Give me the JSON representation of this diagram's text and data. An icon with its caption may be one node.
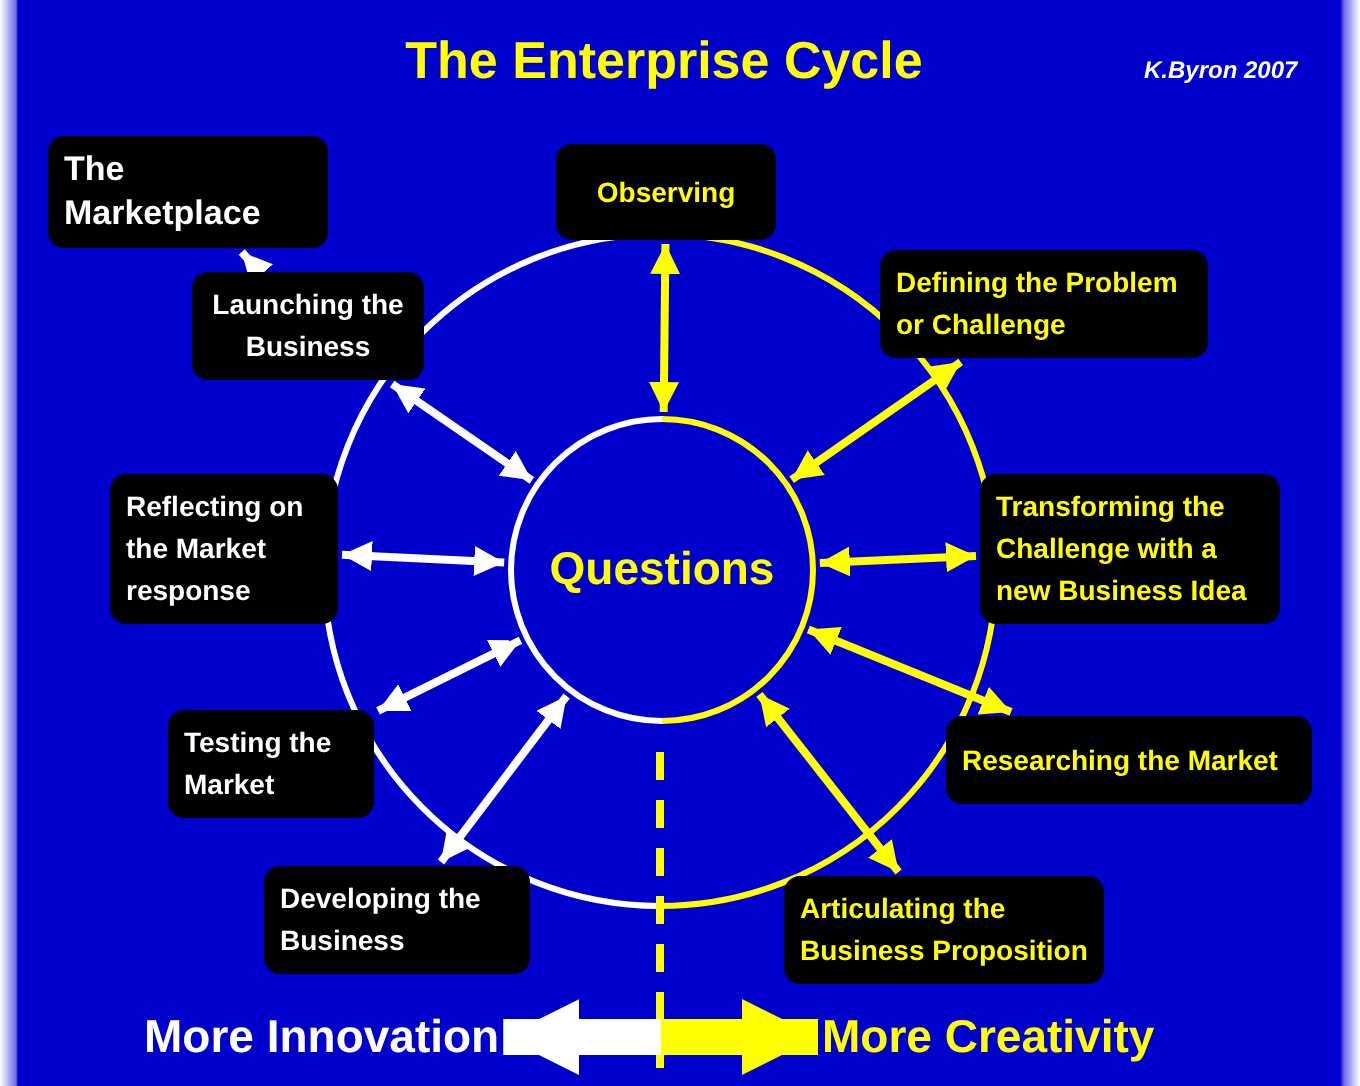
{
  "diagram": {
    "title": "The Enterprise Cycle",
    "nodes": [
      {
        "text": [
          "The Marketplace"
        ]
      },
      {
        "text": [
          "Observing"
        ]
      },
      {
        "text": [
          "Defining the Problem or Challenge"
        ]
      },
      {
        "text": [
          "Launching the Business"
        ]
      },
      {
        "text": [
          "Reflecting on the Market response"
        ]
      },
      {
        "text": [
          "Questions"
        ]
      },
      {
        "text": [
          "Transforming the Challenge with a new  Business Idea"
        ]
      },
      {
        "text": [
          "Testing the Market"
        ]
      },
      {
        "text": [
          "Researching the Market"
        ]
      },
      {
        "text": [
          "Developing the Business"
        ]
      },
      {
        "text": [
          "Articulating the Business Proposition"
        ]
      },
      {
        "text": [
          "More Innovation"
        ]
      },
      {
        "text": [
          "More Creativity"
        ]
      }
    ],
    "edges": [
      {
        "from": 3,
        "to": 0,
        "arrow": "to",
        "color": "#ffffff"
      },
      {
        "from": 5,
        "to": 1,
        "arrow": "both",
        "color": "#ffff00"
      },
      {
        "from": 5,
        "to": 2,
        "arrow": "both",
        "color": "#ffff00"
      },
      {
        "from": 5,
        "to": 3,
        "arrow": "both",
        "color": "#ffffff"
      },
      {
        "from": 5,
        "to": 4,
        "arrow": "both",
        "color": "#ffffff"
      },
      {
        "from": 5,
        "to": 6,
        "arrow": "both",
        "color": "#ffff00"
      },
      {
        "from": 5,
        "to": 7,
        "arrow": "both",
        "color": "#ffffff"
      },
      {
        "from": 5,
        "to": 8,
        "arrow": "both",
        "color": "#ffff00"
      },
      {
        "from": 5,
        "to": 9,
        "arrow": "both",
        "color": "#ffffff"
      },
      {
        "from": 5,
        "to": 10,
        "arrow": "both",
        "color": "#ffff00"
      },
      {
        "from": 11,
        "to": 12,
        "arrow": "both",
        "style": "thick"
      }
    ],
    "labels": [
      "K.Byron 2007"
    ]
  }
}
